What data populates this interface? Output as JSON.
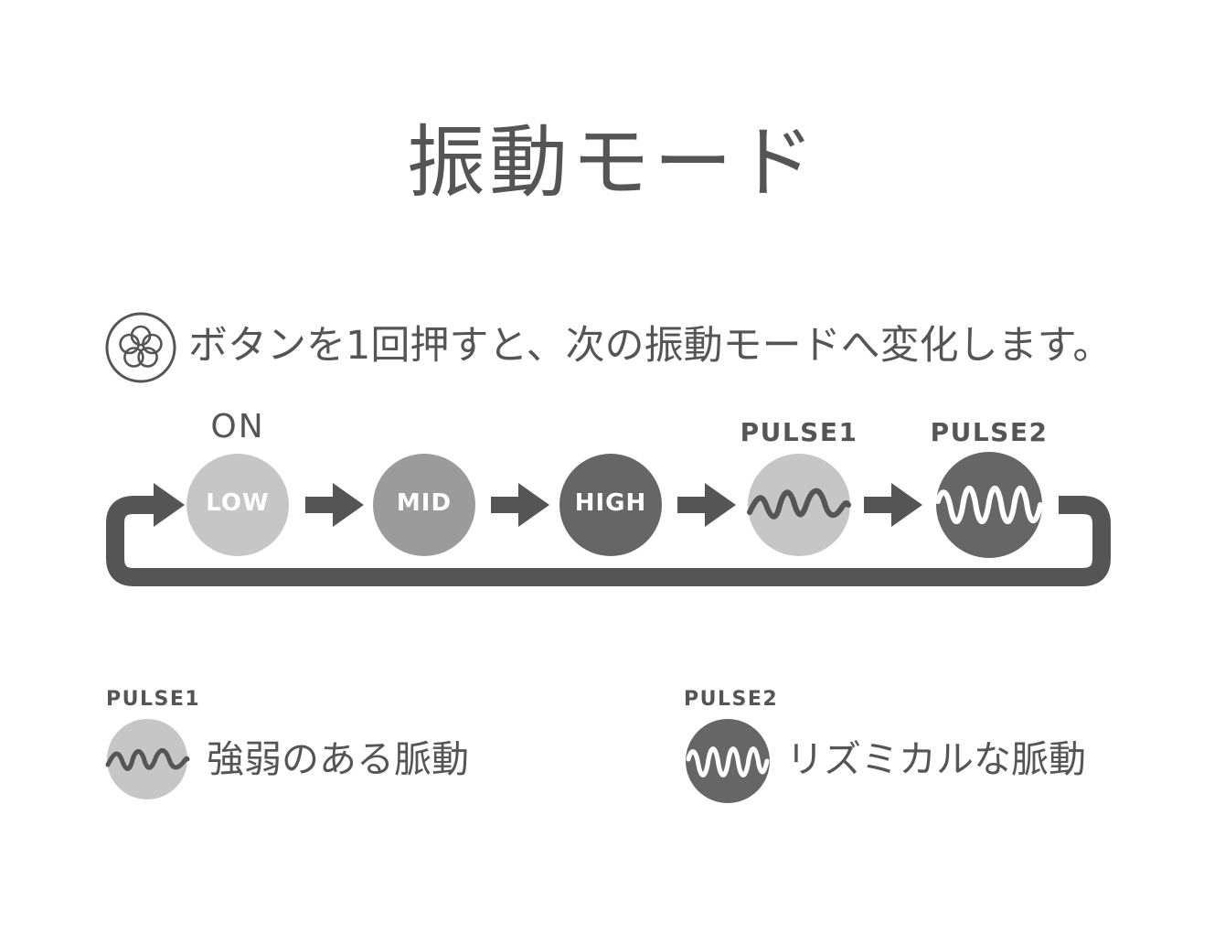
{
  "title": "振動モード",
  "instruction": {
    "icon": "flower-button-icon",
    "text": "ボタンを1回押すと、次の振動モードへ変化します。"
  },
  "flow": {
    "on_label": "ON",
    "modes": [
      {
        "id": "low",
        "label": "LOW",
        "color": "#c6c6c6",
        "header": ""
      },
      {
        "id": "mid",
        "label": "MID",
        "color": "#9b9b9b",
        "header": ""
      },
      {
        "id": "high",
        "label": "HIGH",
        "color": "#666666",
        "header": ""
      },
      {
        "id": "pulse1",
        "label": "",
        "color": "#c6c6c6",
        "header": "PULSE1",
        "icon": "irregular-wave-icon"
      },
      {
        "id": "pulse2",
        "label": "",
        "color": "#666666",
        "header": "PULSE2",
        "icon": "regular-wave-icon"
      }
    ],
    "arrow_color": "#555555"
  },
  "legend": [
    {
      "head": "PULSE1",
      "desc": "強弱のある脈動",
      "color": "#c6c6c6",
      "icon": "irregular-wave-icon"
    },
    {
      "head": "PULSE2",
      "desc": "リズミカルな脈動",
      "color": "#666666",
      "icon": "regular-wave-icon"
    }
  ]
}
